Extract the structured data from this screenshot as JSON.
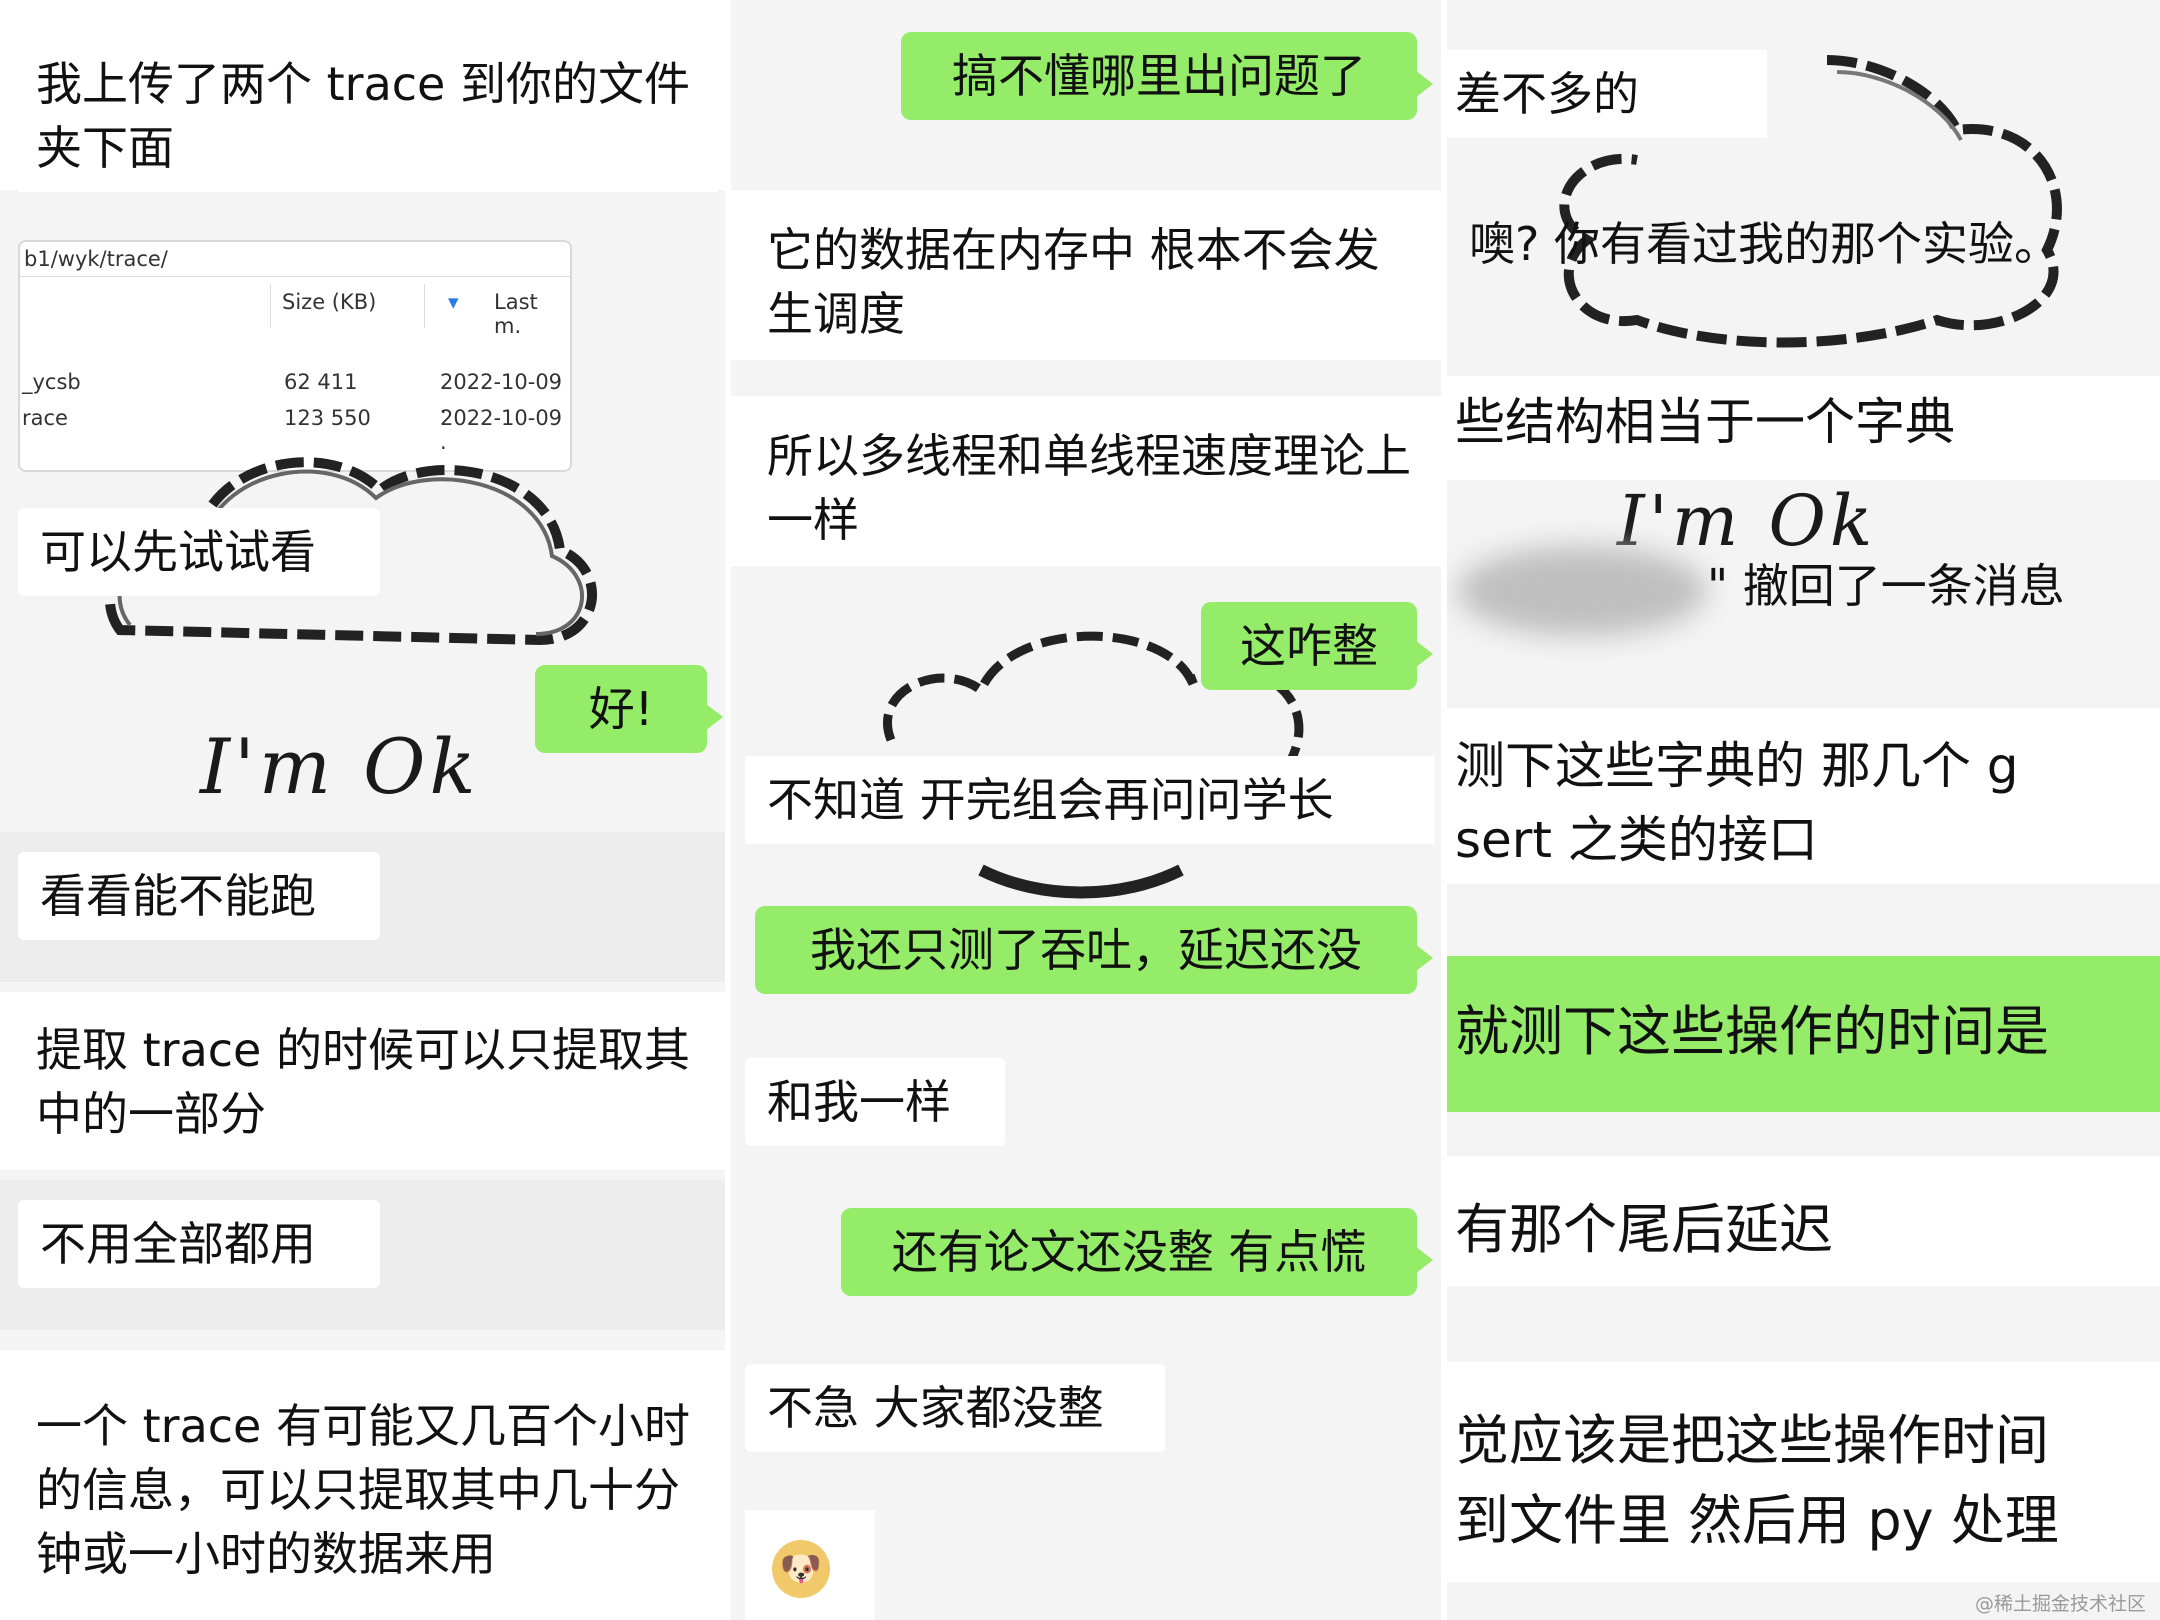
{
  "left_panel": {
    "messages": [
      "我上传了两个 trace 到你的文件夹下面",
      "可以先试试看",
      "好!",
      "看看能不能跑",
      "提取 trace 的时候可以只提取其中的一部分",
      "不用全部都用",
      "一个 trace 有可能又几百个小时的信息，可以只提取其中几十分钟或一小时的数据来用"
    ],
    "file_manager": {
      "path": "b1/wyk/trace/",
      "col_size": "Size (KB)",
      "col_sort": "▾",
      "col_last": "Last m.",
      "rows": [
        {
          "name": "_ycsb",
          "size": "62 411",
          "date": "2022-10-09 ."
        },
        {
          "name": "race",
          "size": "123 550",
          "date": "2022-10-09 ."
        }
      ]
    },
    "sticker_text": "I'm  Ok"
  },
  "middle_panel": {
    "messages": [
      "搞不懂哪里出问题了",
      "它的数据在内存中 根本不会发生调度",
      "所以多线程和单线程速度理论上一样",
      "这咋整",
      "不知道 开完组会再问问学长",
      "我还只测了吞吐，延迟还没",
      "和我一样",
      "还有论文还没整 有点慌",
      "不急 大家都没整"
    ],
    "emoji": "🐶"
  },
  "right_panel": {
    "messages": [
      "差不多的",
      "噢? 你有看过我的那个实验。",
      "些结构相当于一个字典",
      "\" 撤回了一条消息",
      "测下这些字典的 那几个 g",
      "sert 之类的接口",
      "就测下这些操作的时间是",
      "有那个尾后延迟",
      "觉应该是把这些操作时间",
      "到文件里 然后用 py 处理"
    ],
    "sticker_text": "I'm  Ok"
  },
  "watermark": "@稀土掘金技术社区",
  "colors": {
    "outgoing_bubble": "#95ec69",
    "incoming_bubble": "#ffffff",
    "background": "#f4f4f4"
  }
}
